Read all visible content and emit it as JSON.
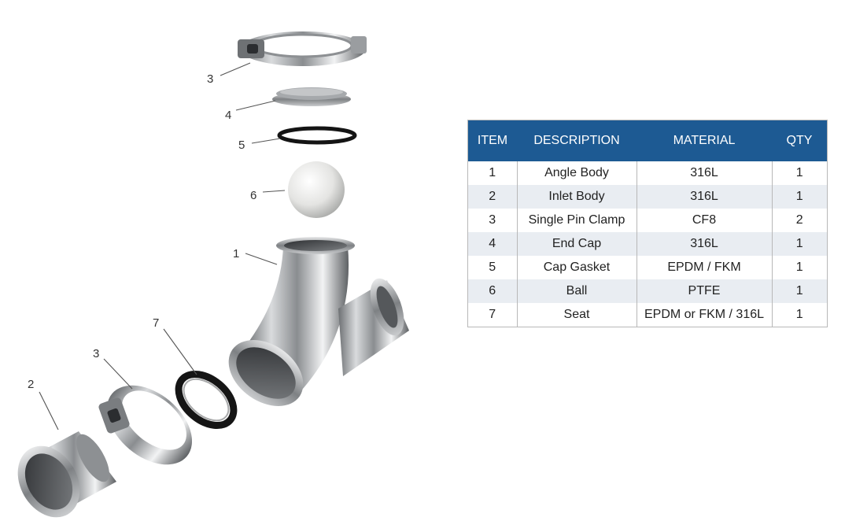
{
  "diagram": {
    "callouts": [
      "3",
      "4",
      "5",
      "6",
      "1",
      "7",
      "3",
      "2"
    ]
  },
  "table": {
    "headers": [
      "ITEM",
      "DESCRIPTION",
      "MATERIAL",
      "QTY"
    ],
    "rows": [
      [
        "1",
        "Angle Body",
        "316L",
        "1"
      ],
      [
        "2",
        "Inlet Body",
        "316L",
        "1"
      ],
      [
        "3",
        "Single Pin Clamp",
        "CF8",
        "2"
      ],
      [
        "4",
        "End Cap",
        "316L",
        "1"
      ],
      [
        "5",
        "Cap Gasket",
        "EPDM / FKM",
        "1"
      ],
      [
        "6",
        "Ball",
        "PTFE",
        "1"
      ],
      [
        "7",
        "Seat",
        "EPDM or FKM / 316L",
        "1"
      ]
    ],
    "colors": {
      "header_bg": "#1d5a93",
      "header_text": "#ffffff",
      "stripe": "#e9edf2"
    }
  }
}
